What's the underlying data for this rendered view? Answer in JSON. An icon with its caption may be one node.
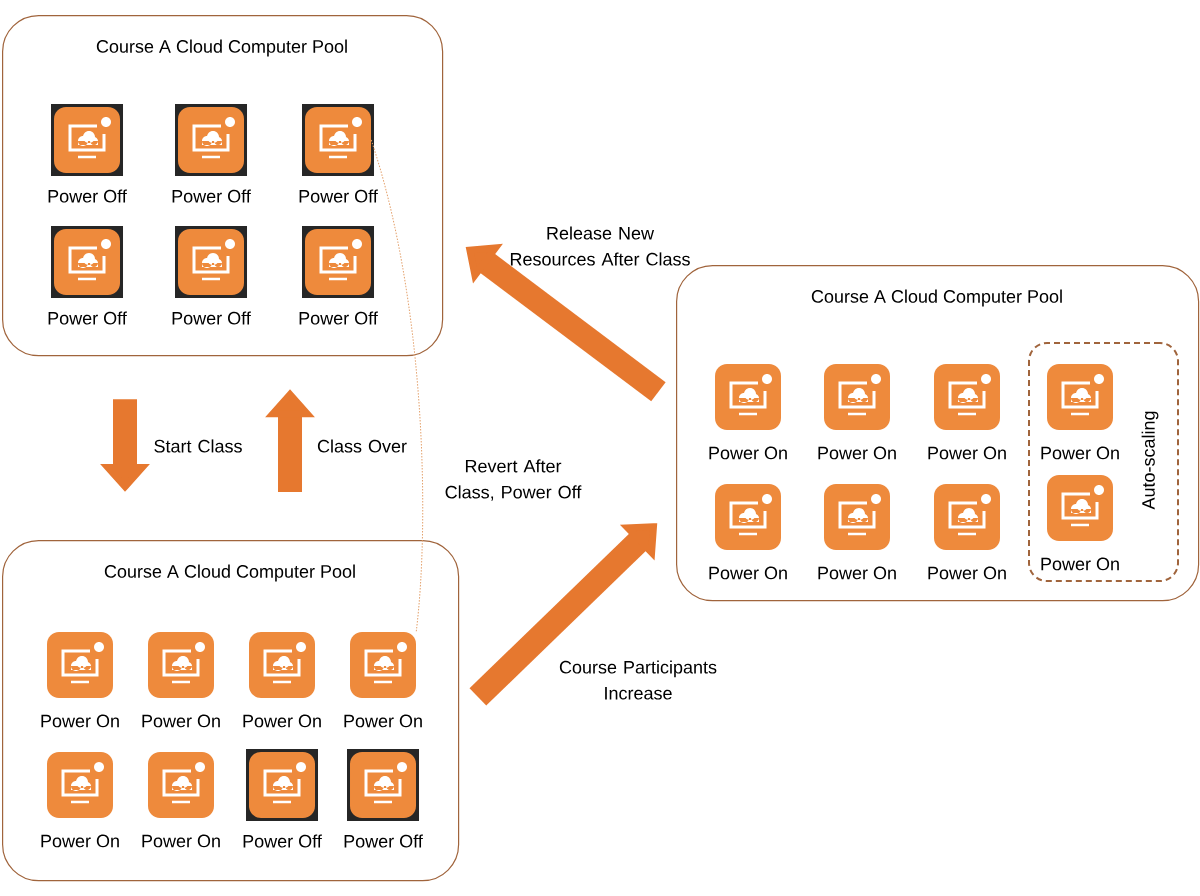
{
  "diagram": {
    "nodes": [
      {
        "text": [
          "Course A Cloud Computer Pool"
        ]
      },
      {
        "text": [
          "Power Off"
        ],
        "in": 0
      },
      {
        "text": [
          "Power Off"
        ],
        "in": 0
      },
      {
        "text": [
          "Power Off"
        ],
        "in": 0
      },
      {
        "text": [
          "Power Off"
        ],
        "in": 0
      },
      {
        "text": [
          "Power Off"
        ],
        "in": 0
      },
      {
        "text": [
          "Power Off"
        ],
        "in": 0
      },
      {
        "text": [
          "Course A Cloud Computer Pool"
        ]
      },
      {
        "text": [
          "Power On"
        ],
        "in": 7
      },
      {
        "text": [
          "Power On"
        ],
        "in": 7
      },
      {
        "text": [
          "Power On"
        ],
        "in": 7
      },
      {
        "text": [
          "Power On"
        ],
        "in": 7
      },
      {
        "text": [
          "Power On"
        ],
        "in": 7
      },
      {
        "text": [
          "Power On"
        ],
        "in": 7
      },
      {
        "text": [
          "Auto-scaling"
        ],
        "in": 7
      },
      {
        "text": [
          "Power On"
        ],
        "in": 14
      },
      {
        "text": [
          "Power On"
        ],
        "in": 14
      },
      {
        "text": [
          "Course A Cloud Computer Pool"
        ]
      },
      {
        "text": [
          "Power On"
        ],
        "in": 17
      },
      {
        "text": [
          "Power On"
        ],
        "in": 17
      },
      {
        "text": [
          "Power On"
        ],
        "in": 17
      },
      {
        "text": [
          "Power On"
        ],
        "in": 17
      },
      {
        "text": [
          "Power On"
        ],
        "in": 17
      },
      {
        "text": [
          "Power On"
        ],
        "in": 17
      },
      {
        "text": [
          "Power Off"
        ],
        "in": 17
      },
      {
        "text": [
          "Power Off"
        ],
        "in": 17
      }
    ],
    "edges": [
      {
        "from": 0,
        "to": 17,
        "arrow": "to",
        "label": "Start Class"
      },
      {
        "from": 17,
        "to": 0,
        "arrow": "to",
        "label": "Class Over"
      },
      {
        "from": 7,
        "to": 0,
        "arrow": "to",
        "label": "Release New Resources After Class"
      },
      {
        "from": 17,
        "to": 7,
        "arrow": "to",
        "label": "Course Participants Increase"
      },
      {
        "from": 3,
        "to": 21,
        "arrow": "none",
        "label": "Revert After Class, Power Off",
        "style": "dashed",
        "color": "#e3a06b"
      }
    ]
  }
}
